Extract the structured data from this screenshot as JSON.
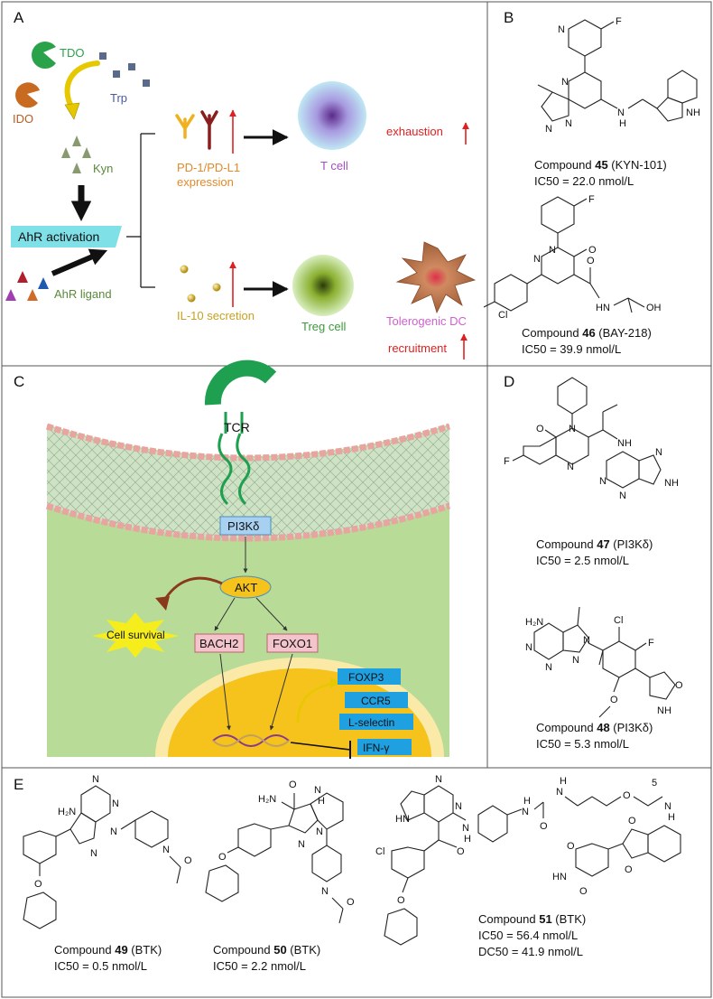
{
  "panels": {
    "A": {
      "label": "A",
      "tdo": "TDO",
      "ido": "IDO",
      "trp": "Trp",
      "kyn": "Kyn",
      "ahr_activation": "AhR activation",
      "ahr_ligand": "AhR ligand",
      "pd1_line1": "PD-1/PD-L1",
      "pd1_line2": "expression",
      "t_cell": "T cell",
      "exhaustion": "exhaustion",
      "il10": "IL-10 secretion",
      "treg": "Treg cell",
      "tol_dc": "Tolerogenic DC",
      "recruitment": "recruitment"
    },
    "B": {
      "label": "B",
      "c45_prefix": "Compound ",
      "c45_num": "45",
      "c45_suffix": " (KYN-101)",
      "c45_ic": "IC50 = 22.0 nmol/L",
      "c46_prefix": "Compound ",
      "c46_num": "46",
      "c46_suffix": " (BAY-218)",
      "c46_ic": "IC50 = 39.9 nmol/L"
    },
    "C": {
      "label": "C",
      "tcr": "TCR",
      "pi3k": "PI3Kδ",
      "akt": "AKT",
      "survival": "Cell survival",
      "bach2": "BACH2",
      "foxo1": "FOXO1",
      "foxp3": "FOXP3",
      "ccr5": "CCR5",
      "lselectin": "L-selectin",
      "ifng": "IFN-γ"
    },
    "D": {
      "label": "D",
      "c47_prefix": "Compound ",
      "c47_num": "47",
      "c47_suffix": " (PI3Kδ)",
      "c47_ic": "IC50 = 2.5 nmol/L",
      "c48_prefix": "Compound ",
      "c48_num": "48",
      "c48_suffix": " (PI3Kδ)",
      "c48_ic": "IC50 = 5.3 nmol/L"
    },
    "E": {
      "label": "E",
      "c49_prefix": "Compound ",
      "c49_num": "49",
      "c49_suffix": " (BTK)",
      "c49_ic": "IC50 = 0.5 nmol/L",
      "c50_prefix": "Compound ",
      "c50_num": "50",
      "c50_suffix": " (BTK)",
      "c50_ic": "IC50 = 2.2 nmol/L",
      "c51_prefix": "Compound ",
      "c51_num": "51",
      "c51_suffix": " (BTK)",
      "c51_ic": "IC50 = 56.4 nmol/L",
      "c51_dc": "DC50 = 41.9 nmol/L"
    }
  },
  "colors": {
    "tdo": "#2aa24a",
    "ido": "#b85c1e",
    "trp": "#4a5aa0",
    "kyn": "#5a8a3a",
    "pd1": "#e08a2a",
    "tcell": "#a050c0",
    "exhaustion": "#e02020",
    "il10": "#c8a020",
    "treg": "#3a9a3a",
    "toldc": "#d060d0",
    "ahr_box": "#7fe0e8",
    "cell_green": "#b8dc98",
    "membrane": "#e8a4a0",
    "nucleus": "#f6c21c",
    "gene_box": "#1fa0e0",
    "pink_box": "#f4c4cc",
    "pi3k_box": "#a8d0f0",
    "akt_oval": "#f6c21c"
  }
}
